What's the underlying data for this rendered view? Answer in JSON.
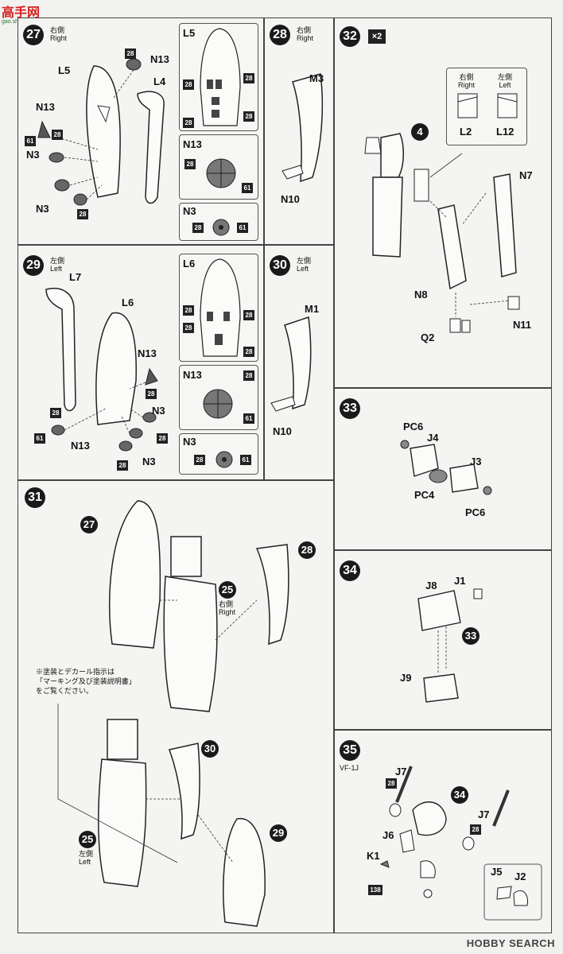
{
  "watermark": {
    "title": "高手网",
    "url": "gao.shouwang.com"
  },
  "footer": {
    "brand": "HOBBY SEARCH"
  },
  "steps": {
    "s27": {
      "num": "27",
      "side_jp": "右側",
      "side_en": "Right",
      "labels": {
        "l5": "L5",
        "l4": "L4",
        "n13a": "N13",
        "n13b": "N13",
        "n3a": "N3",
        "n3b": "N3"
      },
      "codes": {
        "c1": "28",
        "c2": "28",
        "c3": "61",
        "c4": "28"
      },
      "insets": {
        "a": {
          "title": "L5",
          "codes": [
            "28",
            "28",
            "28",
            "28"
          ]
        },
        "b": {
          "title": "N13",
          "codes": [
            "28",
            "61"
          ]
        },
        "c": {
          "title": "N3",
          "codes": [
            "28",
            "61"
          ]
        }
      }
    },
    "s28": {
      "num": "28",
      "side_jp": "右側",
      "side_en": "Right",
      "labels": {
        "m3": "M3",
        "n10": "N10"
      }
    },
    "s29": {
      "num": "29",
      "side_jp": "左側",
      "side_en": "Left",
      "labels": {
        "l7": "L7",
        "l6": "L6",
        "n13a": "N13",
        "n13b": "N13",
        "n3a": "N3",
        "n3b": "N3"
      },
      "codes": {
        "c1": "28",
        "c2": "28",
        "c3": "61",
        "c4": "28",
        "c5": "28"
      },
      "insets": {
        "a": {
          "title": "L6",
          "codes": [
            "28",
            "28",
            "28",
            "28"
          ]
        },
        "b": {
          "title": "N13",
          "codes": [
            "28",
            "61"
          ]
        },
        "c": {
          "title": "N3",
          "codes": [
            "28",
            "61"
          ]
        }
      }
    },
    "s30": {
      "num": "30",
      "side_jp": "左側",
      "side_en": "Left",
      "labels": {
        "m1": "M1",
        "n10": "N10"
      }
    },
    "s31": {
      "num": "31",
      "refs": {
        "r27": "27",
        "r28": "28",
        "r25a": "25",
        "r30": "30",
        "r25b": "25",
        "r29": "29"
      },
      "side_right_jp": "右側",
      "side_right_en": "Right",
      "side_left_jp": "左側",
      "side_left_en": "Left",
      "note_lines": [
        "※塗装とデカール指示は",
        "「マーキング及び塗装説明書」",
        "をご覧ください。"
      ]
    },
    "s32": {
      "num": "32",
      "mult": "×2",
      "ref": "4",
      "labels": {
        "n7": "N7",
        "n8": "N8",
        "n11": "N11",
        "q2": "Q2"
      },
      "choice": {
        "right_jp": "右側",
        "right_en": "Right",
        "left_jp": "左側",
        "left_en": "Left",
        "right_part": "L2",
        "left_part": "L12"
      }
    },
    "s33": {
      "num": "33",
      "labels": {
        "pc6a": "PC6",
        "j4": "J4",
        "j3": "J3",
        "pc4": "PC4",
        "pc6b": "PC6"
      }
    },
    "s34": {
      "num": "34",
      "ref": "33",
      "labels": {
        "j8": "J8",
        "j1": "J1",
        "j9": "J9"
      }
    },
    "s35": {
      "num": "35",
      "sub": "VF-1J",
      "ref": "34",
      "labels": {
        "j7a": "J7",
        "j7b": "J7",
        "j6": "J6",
        "k1": "K1",
        "j5": "J5",
        "j2": "J2"
      },
      "codes": {
        "c1": "28",
        "c2": "28",
        "c3": "138"
      }
    }
  }
}
